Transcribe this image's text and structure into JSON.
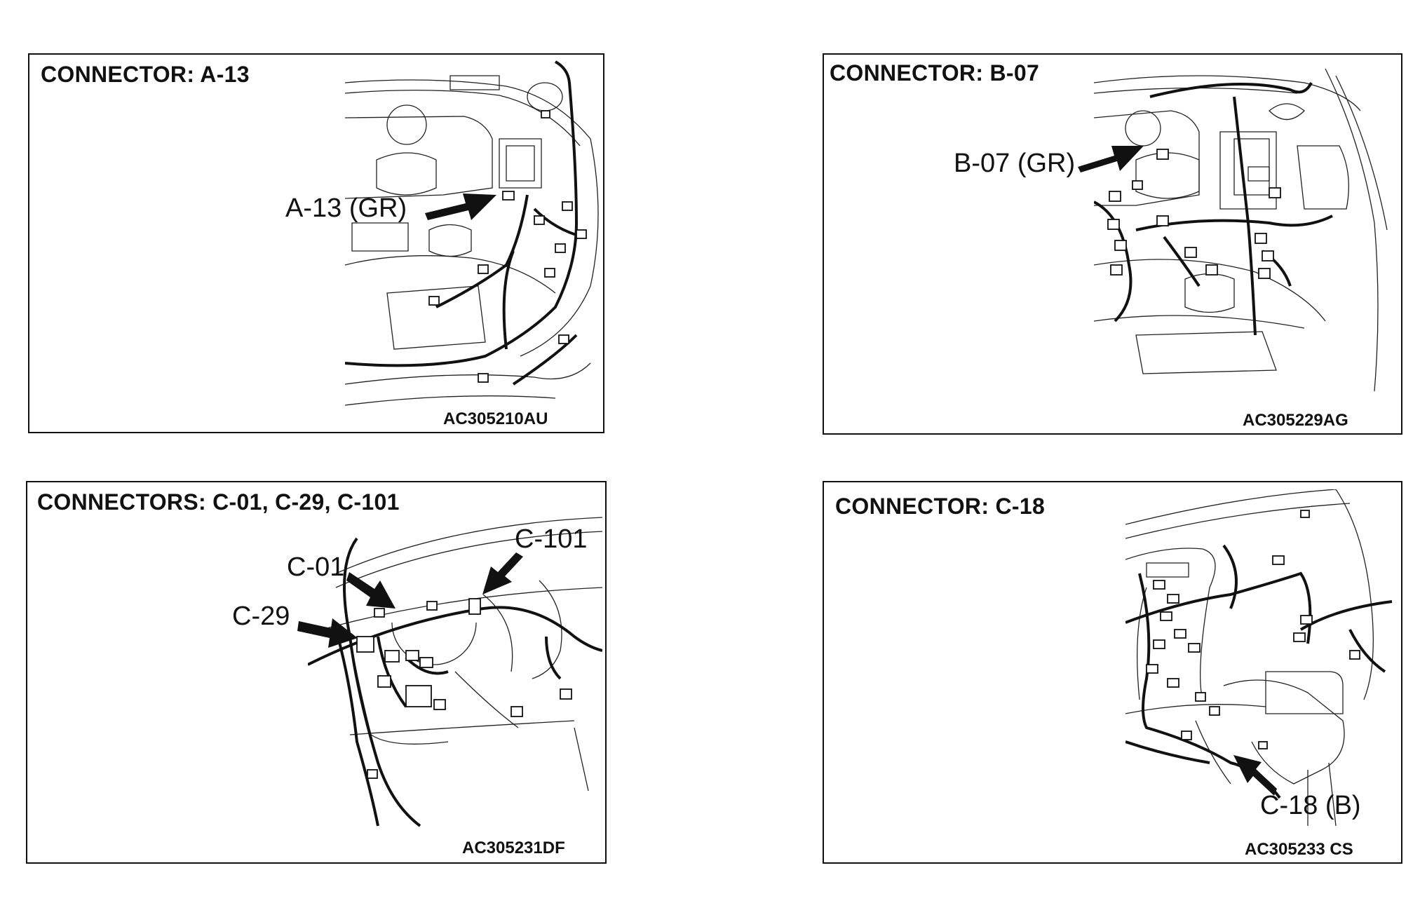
{
  "panels": [
    {
      "title": "CONNECTOR: A-13",
      "code": "AC305210AU",
      "callouts": [
        "A-13 (GR)"
      ]
    },
    {
      "title": "CONNECTOR: B-07",
      "code": "AC305229AG",
      "callouts": [
        "B-07 (GR)"
      ]
    },
    {
      "title": "CONNECTORS: C-01, C-29, C-101",
      "code": "AC305231DF",
      "callouts": [
        "C-01",
        "C-29",
        "C-101"
      ]
    },
    {
      "title": "CONNECTOR: C-18",
      "code": "AC305233 CS",
      "callouts": [
        "C-18 (B)"
      ]
    }
  ]
}
